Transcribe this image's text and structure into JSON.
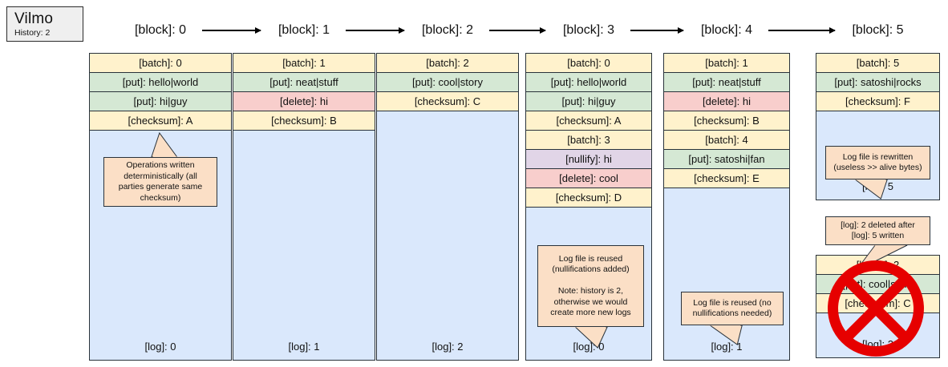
{
  "legend": {
    "app_name": "Vilmo",
    "history_label": "History: 2"
  },
  "colors": {
    "batch": "#fff2cc",
    "checksum": "#fff2cc",
    "put": "#d5e8d4",
    "delete": "#f8cecc",
    "nullify": "#e1d5e7",
    "log": "#dae8fc",
    "callout": "#fbdfc6",
    "stroke": "#29323a",
    "cross": "#e60000",
    "legend_bg": "#efefef"
  },
  "blocks": [
    {
      "header": "[block]: 0",
      "rows": [
        {
          "kind": "batch",
          "text": "[batch]: 0"
        },
        {
          "kind": "put",
          "text": "[put]: hello|world"
        },
        {
          "kind": "put",
          "text": "[put]: hi|guy"
        },
        {
          "kind": "checksum",
          "text": "[checksum]: A"
        }
      ],
      "log_label": "[log]: 0",
      "callout": "Operations written\ndeterministically (all\nparties generate same\nchecksum)"
    },
    {
      "header": "[block]: 1",
      "rows": [
        {
          "kind": "batch",
          "text": "[batch]: 1"
        },
        {
          "kind": "put",
          "text": "[put]: neat|stuff"
        },
        {
          "kind": "delete",
          "text": "[delete]: hi"
        },
        {
          "kind": "checksum",
          "text": "[checksum]: B"
        }
      ],
      "log_label": "[log]: 1",
      "callout": null
    },
    {
      "header": "[block]: 2",
      "rows": [
        {
          "kind": "batch",
          "text": "[batch]: 2"
        },
        {
          "kind": "put",
          "text": "[put]: cool|story"
        },
        {
          "kind": "checksum",
          "text": "[checksum]: C"
        }
      ],
      "log_label": "[log]: 2",
      "callout": null
    },
    {
      "header": "[block]: 3",
      "rows": [
        {
          "kind": "batch",
          "text": "[batch]: 0"
        },
        {
          "kind": "put",
          "text": "[put]: hello|world"
        },
        {
          "kind": "put",
          "text": "[put]: hi|guy"
        },
        {
          "kind": "checksum",
          "text": "[checksum]: A"
        },
        {
          "kind": "batch",
          "text": "[batch]: 3"
        },
        {
          "kind": "nullify",
          "text": "[nullify]: hi"
        },
        {
          "kind": "delete",
          "text": "[delete]: cool"
        },
        {
          "kind": "checksum",
          "text": "[checksum]: D"
        }
      ],
      "log_label": "[log]: 0",
      "callout": "Log file is reused\n(nullifications added)\n\nNote: history is 2,\notherwise we would\ncreate more new logs"
    },
    {
      "header": "[block]: 4",
      "rows": [
        {
          "kind": "batch",
          "text": "[batch]: 1"
        },
        {
          "kind": "put",
          "text": "[put]: neat|stuff"
        },
        {
          "kind": "delete",
          "text": "[delete]: hi"
        },
        {
          "kind": "checksum",
          "text": "[checksum]: B"
        },
        {
          "kind": "batch",
          "text": "[batch]: 4"
        },
        {
          "kind": "put",
          "text": "[put]: satoshi|fan"
        },
        {
          "kind": "checksum",
          "text": "[checksum]: E"
        }
      ],
      "log_label": "[log]: 1",
      "callout": "Log file is reused (no\nnullifications needed)"
    },
    {
      "header": "[block]: 5",
      "rows": [
        {
          "kind": "batch",
          "text": "[batch]: 5"
        },
        {
          "kind": "put",
          "text": "[put]: satoshi|rocks"
        },
        {
          "kind": "checksum",
          "text": "[checksum]: F"
        }
      ],
      "log_label": "[log]: 5",
      "callout": "Log file is rewritten\n(useless >> alive bytes)"
    }
  ],
  "deleted_block": {
    "callout": "[log]: 2 deleted after\n[log]: 5 written",
    "rows": [
      {
        "kind": "batch",
        "text": "[batch]: 2"
      },
      {
        "kind": "put",
        "text": "[put]: cool|story"
      },
      {
        "kind": "checksum",
        "text": "[checksum]: C"
      }
    ],
    "log_label": "[log]: 2"
  }
}
